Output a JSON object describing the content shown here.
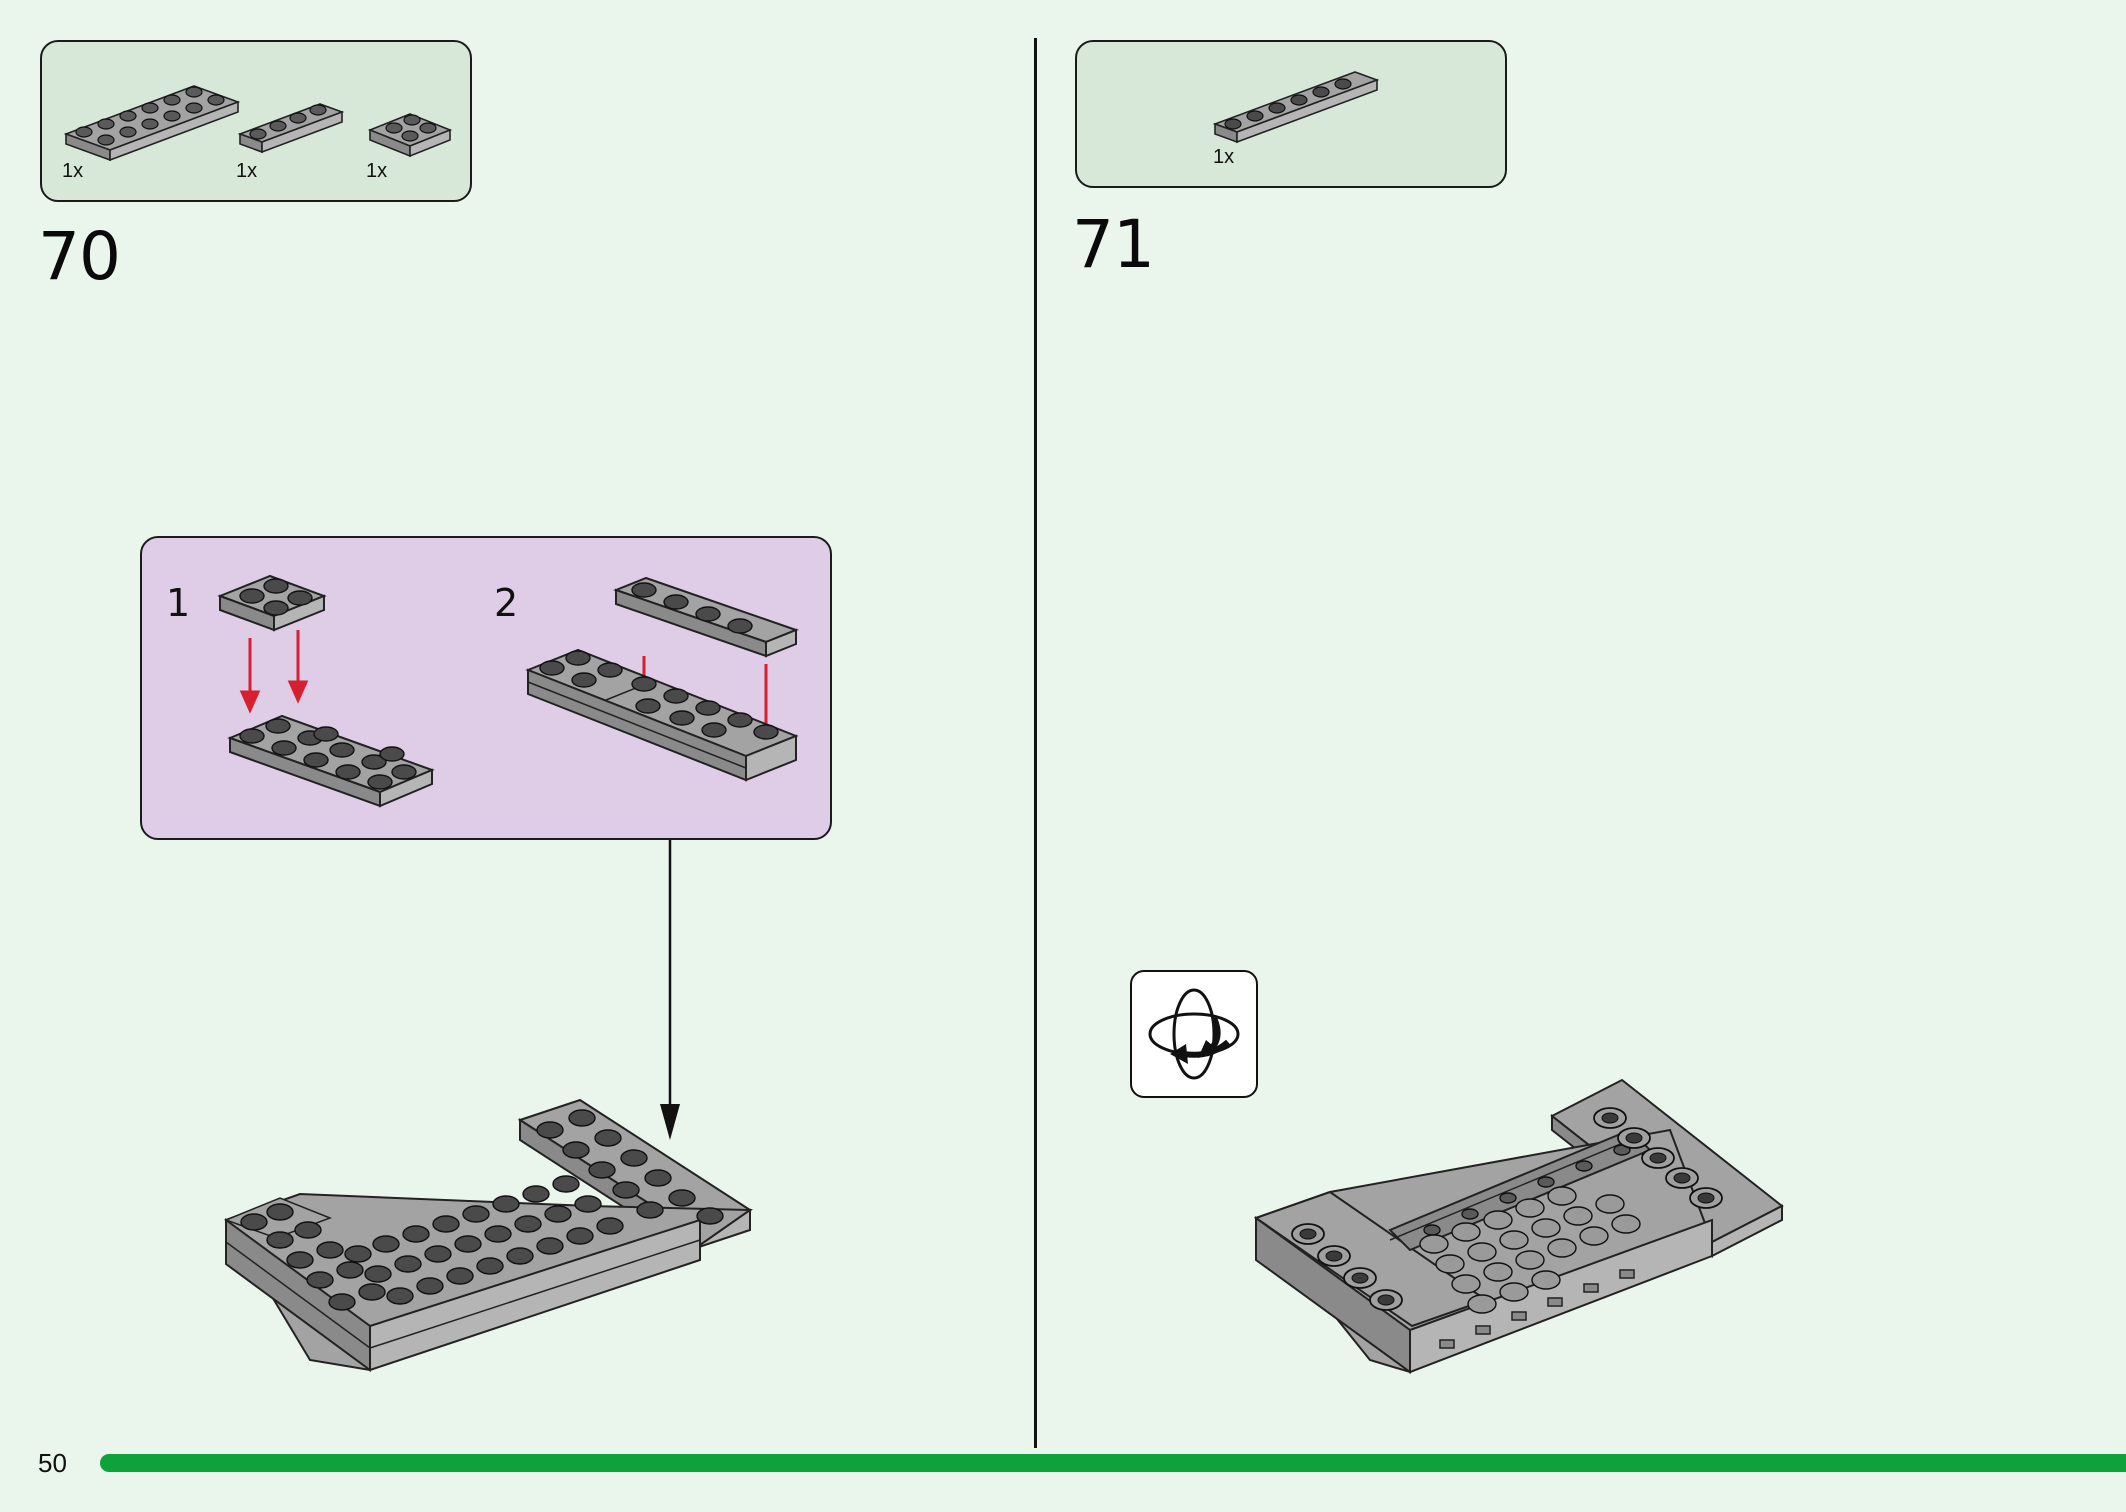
{
  "page": {
    "number": "50",
    "progress_fraction": 1.0
  },
  "steps": [
    {
      "number": "70",
      "parts": [
        {
          "qty": "1x",
          "icon": "plate-2x6-icon"
        },
        {
          "qty": "1x",
          "icon": "plate-1x4-icon"
        },
        {
          "qty": "1x",
          "icon": "plate-2x2-icon"
        }
      ],
      "substeps": [
        "1",
        "2"
      ]
    },
    {
      "number": "71",
      "parts": [
        {
          "qty": "1x",
          "icon": "plate-1x6-icon"
        }
      ],
      "rotate_icon": "rotate-model-icon"
    }
  ],
  "colors": {
    "background": "#eaf6ec",
    "parts_box": "#d7e8d9",
    "callout": "#dfcde8",
    "brick": "#9e9e9e",
    "arrow_red": "#d62030",
    "progress": "#0fa13a"
  }
}
